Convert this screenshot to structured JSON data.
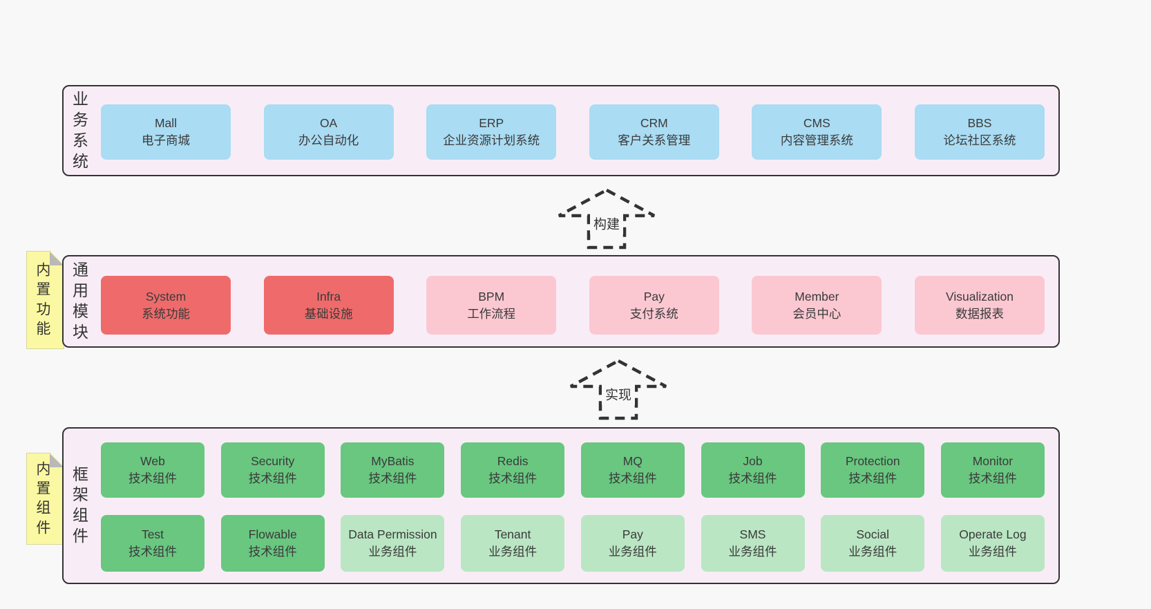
{
  "diagram": {
    "type": "layered-architecture",
    "layers": [
      {
        "label": "业务系统",
        "boxes": [
          {
            "en": "Mall",
            "zh": "电子商城"
          },
          {
            "en": "OA",
            "zh": "办公自动化"
          },
          {
            "en": "ERP",
            "zh": "企业资源计划系统"
          },
          {
            "en": "CRM",
            "zh": "客户关系管理"
          },
          {
            "en": "CMS",
            "zh": "内容管理系统"
          },
          {
            "en": "BBS",
            "zh": "论坛社区系统"
          }
        ]
      },
      {
        "label": "通用模块",
        "note": "内置功能",
        "boxes": [
          {
            "en": "System",
            "zh": "系统功能"
          },
          {
            "en": "Infra",
            "zh": "基础设施"
          },
          {
            "en": "BPM",
            "zh": "工作流程"
          },
          {
            "en": "Pay",
            "zh": "支付系统"
          },
          {
            "en": "Member",
            "zh": "会员中心"
          },
          {
            "en": "Visualization",
            "zh": "数据报表"
          }
        ]
      },
      {
        "label": "框架组件",
        "note": "内置组件",
        "rows": [
          [
            {
              "en": "Web",
              "zh": "技术组件"
            },
            {
              "en": "Security",
              "zh": "技术组件"
            },
            {
              "en": "MyBatis",
              "zh": "技术组件"
            },
            {
              "en": "Redis",
              "zh": "技术组件"
            },
            {
              "en": "MQ",
              "zh": "技术组件"
            },
            {
              "en": "Job",
              "zh": "技术组件"
            },
            {
              "en": "Protection",
              "zh": "技术组件"
            },
            {
              "en": "Monitor",
              "zh": "技术组件"
            }
          ],
          [
            {
              "en": "Test",
              "zh": "技术组件"
            },
            {
              "en": "Flowable",
              "zh": "技术组件"
            },
            {
              "en": "Data Permission",
              "zh": "业务组件"
            },
            {
              "en": "Tenant",
              "zh": "业务组件"
            },
            {
              "en": "Pay",
              "zh": "业务组件"
            },
            {
              "en": "SMS",
              "zh": "业务组件"
            },
            {
              "en": "Social",
              "zh": "业务组件"
            },
            {
              "en": "Operate Log",
              "zh": "业务组件"
            }
          ]
        ]
      }
    ],
    "arrows": [
      {
        "label": "构建"
      },
      {
        "label": "实现"
      }
    ],
    "colors": {
      "canvas": "#f8f8f8",
      "panel": "#f8edf6",
      "panel_border": "#333333",
      "blue_box": "#aadcf3",
      "red_box": "#ef6b6b",
      "pink_box": "#fbc8d2",
      "green_box": "#69c780",
      "light_green_box": "#bae6c3",
      "note_yellow": "#fbf8a3",
      "note_fold": "#b9b9b9",
      "text": "#3a3a3a"
    }
  }
}
